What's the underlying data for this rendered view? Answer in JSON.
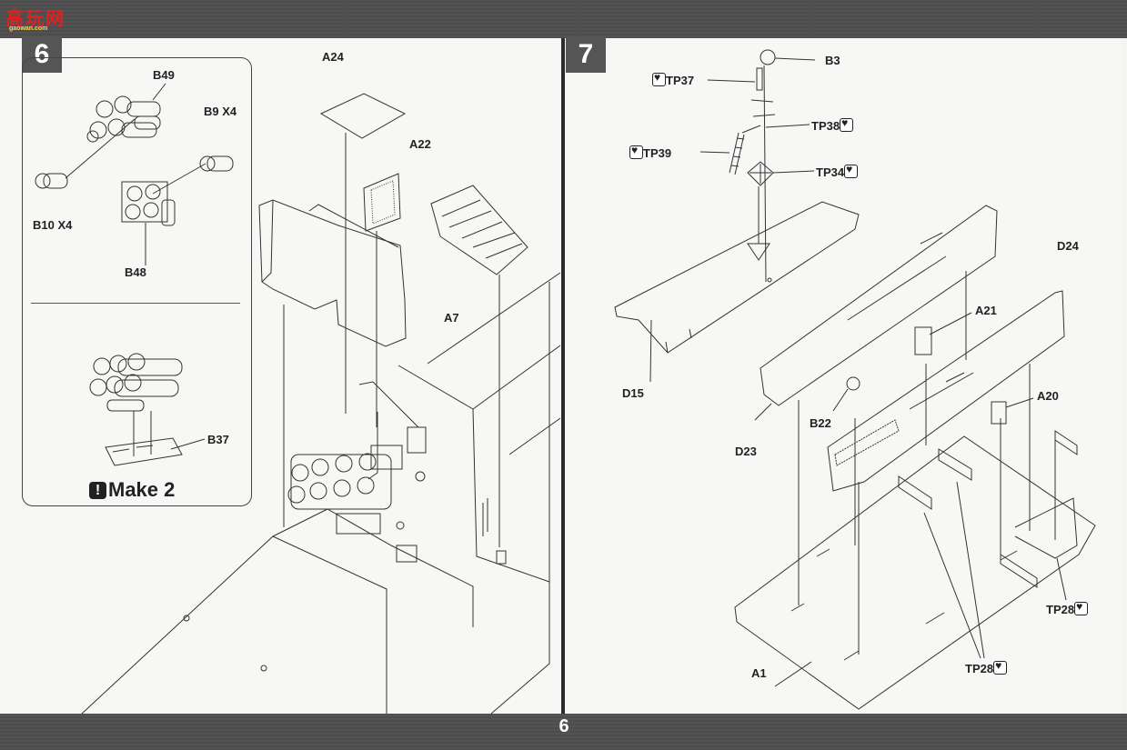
{
  "header": {
    "logo_text": "高玩网",
    "logo_url": "gaowan.com"
  },
  "footer": {
    "page_number": "6"
  },
  "step6": {
    "number": "6",
    "labels": {
      "b49": "B49",
      "b9": "B9 X4",
      "b10": "B10 X4",
      "b48": "B48",
      "b37": "B37",
      "a24": "A24",
      "a22": "A22",
      "a7": "A7"
    },
    "make_note": "Make 2"
  },
  "step7": {
    "number": "7",
    "labels": {
      "b3": "B3",
      "tp37": "TP37",
      "tp38": "TP38",
      "tp39": "TP39",
      "tp34": "TP34",
      "d24": "D24",
      "a21": "A21",
      "d15": "D15",
      "a20": "A20",
      "b22": "B22",
      "d23": "D23",
      "tp28a": "TP28",
      "a1": "A1",
      "tp28b": "TP28"
    }
  }
}
